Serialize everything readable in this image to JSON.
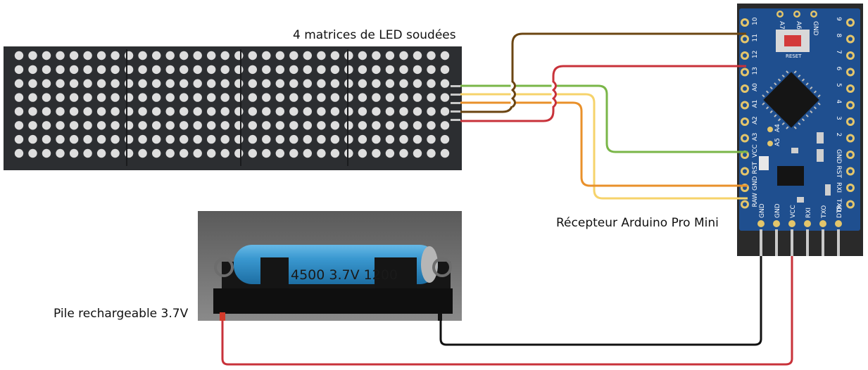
{
  "labels": {
    "matrices": "4 matrices de LED soudées",
    "recepteur": "Récepteur Arduino Pro Mini",
    "pile": "Pile rechargeable 3.7V"
  },
  "battery": {
    "print": "4500 3.7V 1200"
  },
  "arduino": {
    "left_pins": [
      "10",
      "11",
      "12",
      "13",
      "A0",
      "A1",
      "A2",
      "A3",
      "VCC",
      "RST",
      "GND",
      "RAW"
    ],
    "right_pins": [
      "9",
      "8",
      "7",
      "6",
      "5",
      "4",
      "3",
      "2",
      "GND",
      "RST",
      "RXI",
      "TXO"
    ],
    "top_pins": [
      "A7",
      "A6",
      "GND"
    ],
    "bottom_pins": [
      "GND",
      "GND",
      "VCC",
      "RXI",
      "TXO",
      "DTR"
    ],
    "inner_pins": [
      "A4",
      "A5"
    ],
    "reset_text": "RESET"
  },
  "led_matrix": {
    "modules": 4,
    "rows": 8,
    "cols_per_module": 8
  },
  "colors": {
    "brown_wire": "#6b4512",
    "red_wire": "#c8323a",
    "green_wire": "#7ab648",
    "yellow_wire": "#f6d36b",
    "orange_wire": "#e9902a",
    "black_wire": "#111111",
    "pcb_blue": "#1f4f8f",
    "battery_blue": "#2f8fc9"
  }
}
